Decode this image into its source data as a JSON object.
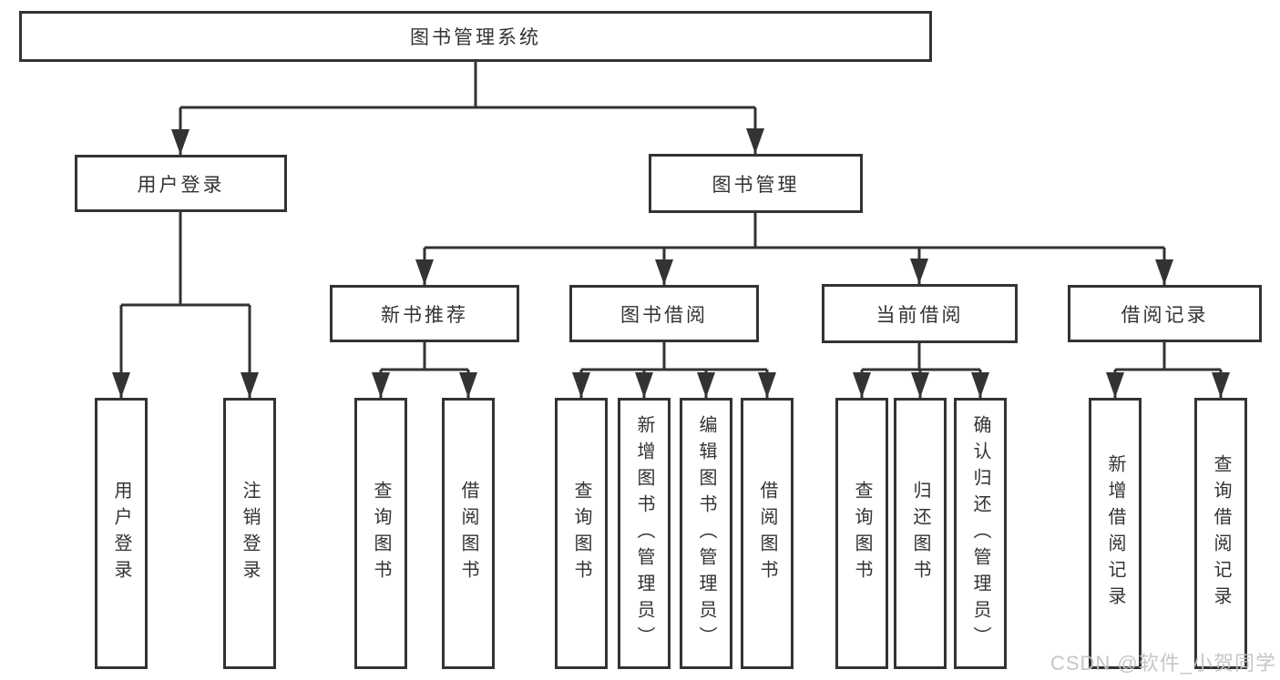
{
  "colors": {
    "line": "#333333",
    "text": "#333333",
    "background": "#ffffff",
    "watermark": "#c3c3c3"
  },
  "watermark": "CSDN @软件_小贺同学",
  "diagram": {
    "title": "图书管理系统",
    "branches": [
      {
        "label": "用户登录",
        "children": [
          "用户登录",
          "注销登录"
        ]
      },
      {
        "label": "图书管理",
        "sections": [
          {
            "label": "新书推荐",
            "children": [
              "查询图书",
              "借阅图书"
            ]
          },
          {
            "label": "图书借阅",
            "children": [
              "查询图书",
              "新增图书（管理员）",
              "编辑图书（管理员）",
              "借阅图书"
            ]
          },
          {
            "label": "当前借阅",
            "children": [
              "查询图书",
              "归还图书",
              "确认归还（管理员）"
            ]
          },
          {
            "label": "借阅记录",
            "children": [
              "新增借阅记录",
              "查询借阅记录"
            ]
          }
        ]
      }
    ]
  }
}
